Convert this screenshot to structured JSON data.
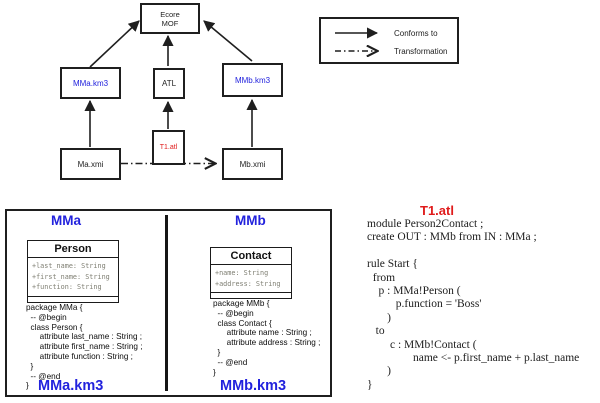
{
  "colors": {
    "accent_blue": "#2222dd",
    "accent_red": "#e01b1b",
    "attr_gray": "#7e7e72",
    "line_black": "#1f1f1f"
  },
  "diagram": {
    "ecore": {
      "line1": "Ecore",
      "line2": "MOF"
    },
    "mma_km3": "MMa.km3",
    "atl": "ATL",
    "mmb_km3": "MMb.km3",
    "ma_xmi": "Ma.xmi",
    "t1_atl": "T1.atl",
    "mb_xmi": "Mb.xmi"
  },
  "legend": {
    "conforms_to": "Conforms to",
    "transformation": "Transformation"
  },
  "panel": {
    "left": {
      "title": "MMa",
      "class_name": "Person",
      "attributes": [
        "+last_name: String",
        "+first_name: String",
        "+function: String"
      ],
      "code": [
        "package MMa {",
        "  -- @begin",
        "  class Person {",
        "      attribute last_name : String ;",
        "      attribute first_name : String ;",
        "      attribute function : String ;",
        "  }",
        "  -- @end",
        "}"
      ],
      "footer": "MMa.km3"
    },
    "right": {
      "title": "MMb",
      "class_name": "Contact",
      "attributes": [
        "+name: String",
        "+address: String"
      ],
      "code": [
        "package MMb {",
        "  -- @begin",
        "  class Contact {",
        "      attribute name : String ;",
        "      attribute address : String ;",
        "  }",
        "  -- @end",
        "}"
      ],
      "footer": "MMb.km3"
    }
  },
  "atl": {
    "title": "T1.atl",
    "code": [
      "module Person2Contact ;",
      "create OUT : MMb from IN : MMa ;",
      "",
      "rule Start {",
      "  from",
      "    p : MMa!Person (",
      "          p.function = 'Boss'",
      "       )",
      "   to",
      "        c : MMb!Contact (",
      "                name <- p.first_name + p.last_name",
      "       )",
      "}"
    ]
  }
}
